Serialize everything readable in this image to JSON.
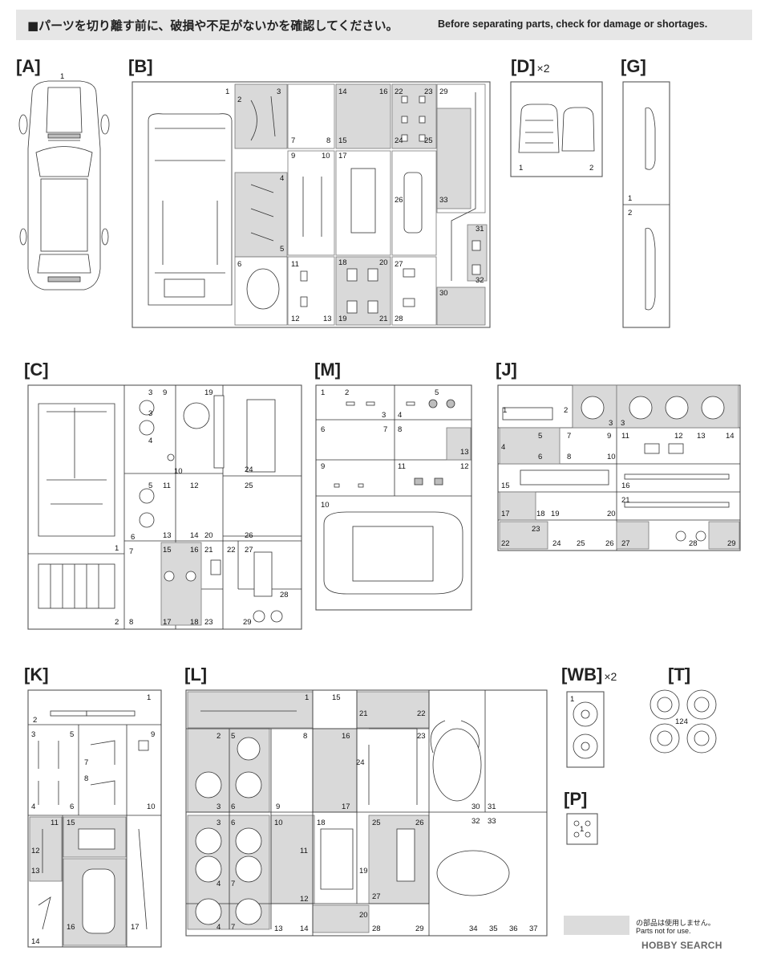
{
  "header": {
    "jp": "■パーツを切り離す前に、破損や不足がないかを確認してください。",
    "en": "Before separating parts, check for damage or shortages."
  },
  "runners": {
    "A": {
      "label": "[A]",
      "nums": [
        "1"
      ]
    },
    "B": {
      "label": "[B]",
      "nums": [
        "1",
        "2",
        "3",
        "4",
        "5",
        "6",
        "7",
        "8",
        "9",
        "10",
        "11",
        "12",
        "13",
        "14",
        "15",
        "16",
        "17",
        "18",
        "19",
        "20",
        "21",
        "22",
        "23",
        "24",
        "25",
        "26",
        "27",
        "28",
        "29",
        "30",
        "31",
        "32",
        "33"
      ]
    },
    "D": {
      "label": "[D]",
      "mult": "×2",
      "nums": [
        "1",
        "2"
      ]
    },
    "G": {
      "label": "[G]",
      "nums": [
        "1",
        "2"
      ]
    },
    "C": {
      "label": "[C]",
      "nums": [
        "1",
        "2",
        "3",
        "3",
        "4",
        "5",
        "6",
        "7",
        "8",
        "9",
        "10",
        "11",
        "12",
        "13",
        "14",
        "15",
        "16",
        "17",
        "18",
        "19",
        "20",
        "21",
        "22",
        "23",
        "24",
        "25",
        "26",
        "27",
        "28",
        "29"
      ]
    },
    "M": {
      "label": "[M]",
      "nums": [
        "1",
        "2",
        "3",
        "4",
        "5",
        "6",
        "7",
        "8",
        "9",
        "10",
        "11",
        "12",
        "13"
      ]
    },
    "J": {
      "label": "[J]",
      "nums": [
        "1",
        "2",
        "3",
        "3",
        "4",
        "5",
        "6",
        "7",
        "8",
        "9",
        "10",
        "11",
        "12",
        "13",
        "14",
        "15",
        "16",
        "17",
        "18",
        "19",
        "20",
        "21",
        "22",
        "23",
        "24",
        "25",
        "26",
        "27",
        "28",
        "29"
      ]
    },
    "K": {
      "label": "[K]",
      "nums": [
        "1",
        "2",
        "3",
        "4",
        "5",
        "6",
        "7",
        "8",
        "9",
        "10",
        "11",
        "12",
        "13",
        "14",
        "15",
        "16",
        "17"
      ]
    },
    "L": {
      "label": "[L]",
      "nums": [
        "1",
        "2",
        "3",
        "3",
        "4",
        "4",
        "5",
        "6",
        "6",
        "7",
        "7",
        "8",
        "9",
        "10",
        "11",
        "12",
        "13",
        "14",
        "15",
        "16",
        "17",
        "18",
        "19",
        "20",
        "21",
        "22",
        "23",
        "24",
        "25",
        "26",
        "27",
        "28",
        "29",
        "30",
        "31",
        "32",
        "33",
        "34",
        "35",
        "36",
        "37"
      ]
    },
    "WB": {
      "label": "[WB]",
      "mult": "×2",
      "nums": [
        "1"
      ]
    },
    "T": {
      "label": "[T]",
      "nums": [
        "124"
      ]
    },
    "P": {
      "label": "[P]",
      "nums": [
        "1"
      ]
    }
  },
  "legend": {
    "jp": "の部品は使用しません。",
    "en": "Parts not for use."
  },
  "watermark": "HOBBY SEARCH",
  "colors": {
    "unused_fill": "#d9d9d9",
    "frame": "#555555"
  }
}
